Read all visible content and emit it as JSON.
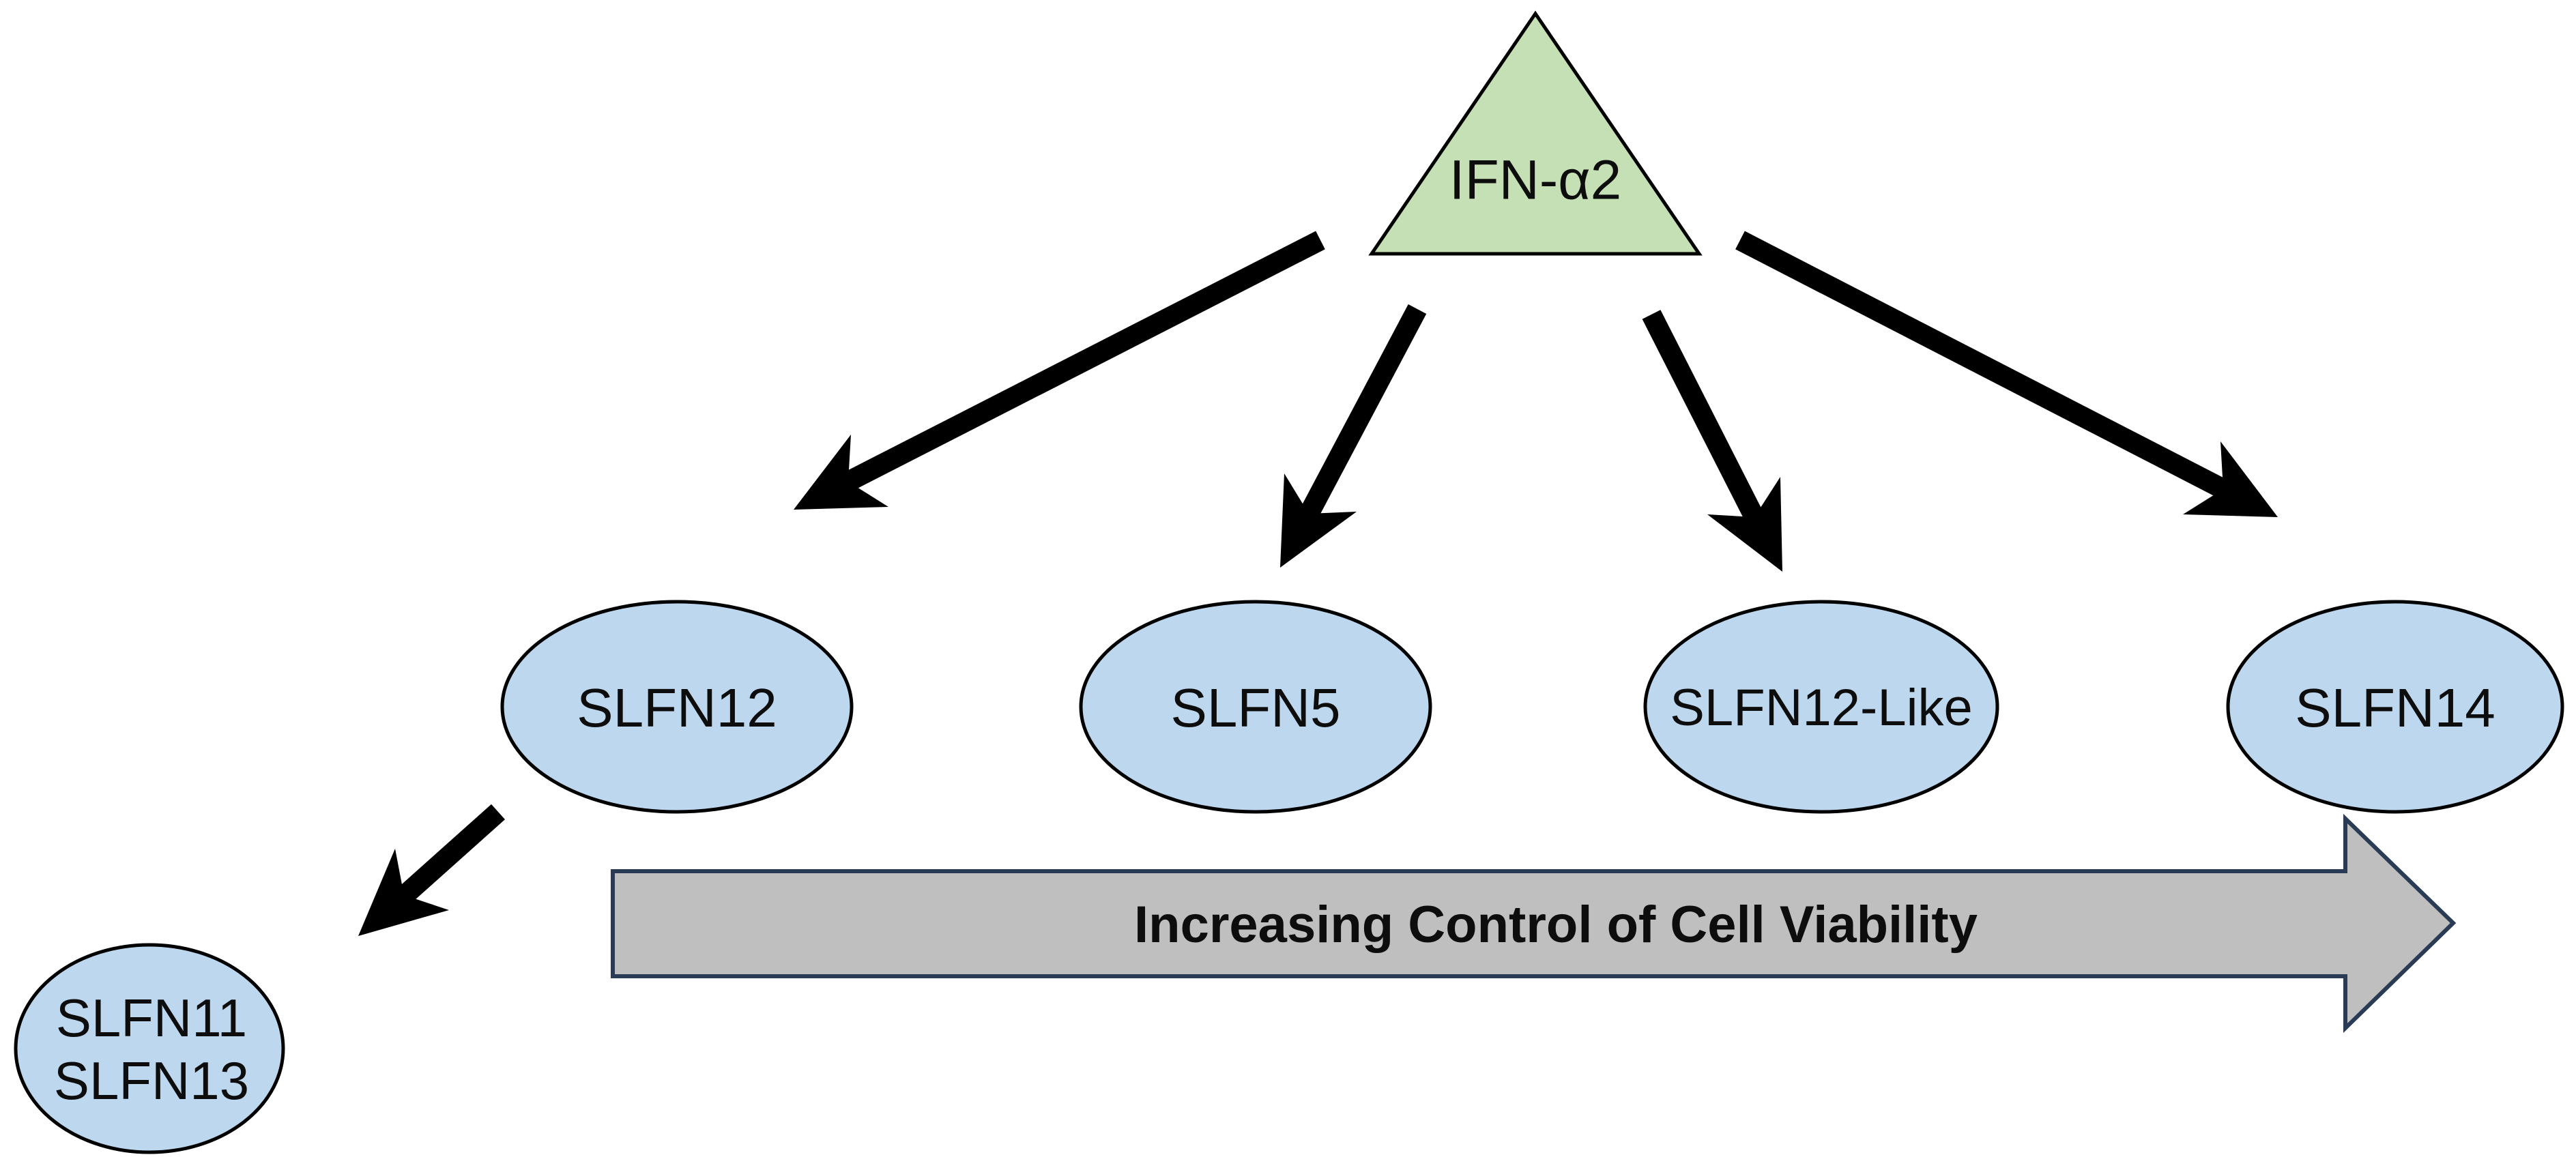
{
  "diagram": {
    "source_node": {
      "label": "IFN-α2",
      "shape": "triangle"
    },
    "slfn_nodes": [
      {
        "label": "SLFN12"
      },
      {
        "label": "SLFN5"
      },
      {
        "label": "SLFN12-Like"
      },
      {
        "label": "SLFN14"
      }
    ],
    "downstream_node": {
      "lines": [
        "SLFN11",
        "SLFN13"
      ]
    },
    "axis_arrow": {
      "label": "Increasing Control of Cell Viability"
    }
  },
  "colors": {
    "background": "#ffffff",
    "triangle_fill": "#c5e0b4",
    "node_fill": "#bdd7ee",
    "node_stroke": "#000000",
    "arrow_black": "#000000",
    "bar_fill": "#bfbfbf",
    "bar_stroke": "#2a3b55",
    "text": "#0d0d0d"
  }
}
